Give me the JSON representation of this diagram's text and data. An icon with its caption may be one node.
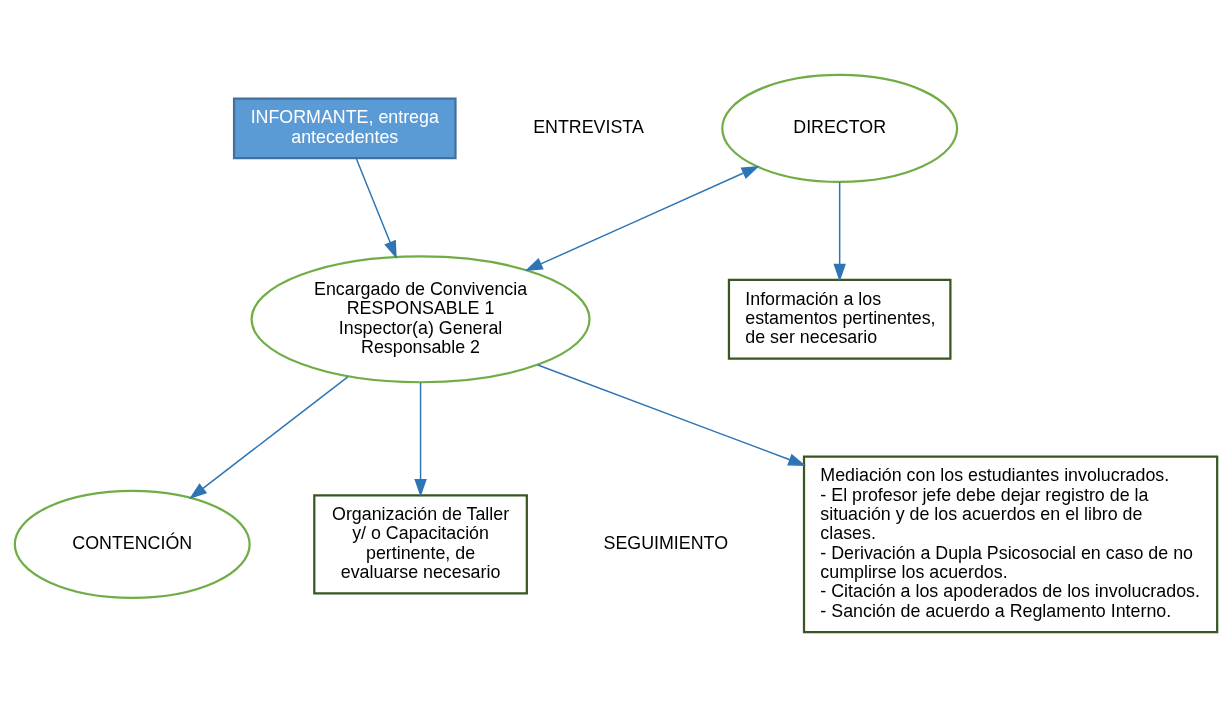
{
  "diagram": {
    "nodes": [
      {
        "text": [
          "INFORMANTE, entrega antecedentes"
        ]
      },
      {
        "text": [
          "DIRECTOR"
        ]
      },
      {
        "text": [
          "Encargado de Convivencia",
          "RESPONSABLE 1",
          "Inspector(a) General",
          "Responsable 2"
        ]
      },
      {
        "text": [
          "CONTENCIÓN"
        ]
      },
      {
        "text": [
          "Información a los estamentos pertinentes, de ser necesario"
        ]
      },
      {
        "text": [
          "Mediación con los estudiantes involucrados.",
          "- El profesor jefe debe dejar registro de la situación y de los acuerdos en el libro de clases.",
          "- Derivación a Dupla Psicosocial en caso de no cumplirse los acuerdos.",
          "- Citación a los apoderados de los involucrados.",
          "- Sanción de acuerdo a Reglamento Interno."
        ]
      },
      {
        "text": [
          "Organización de Taller y/ o Capacitación pertinente, de evaluarse necesario"
        ]
      }
    ],
    "edges": [
      {
        "from": 0,
        "to": 2,
        "arrow": "to"
      },
      {
        "from": 1,
        "to": 2,
        "arrow": "both"
      },
      {
        "from": 1,
        "to": 4,
        "arrow": "to"
      },
      {
        "from": 2,
        "to": 3,
        "arrow": "to"
      },
      {
        "from": 2,
        "to": 5,
        "arrow": "to"
      },
      {
        "from": 2,
        "to": 6,
        "arrow": "to"
      }
    ],
    "labels": [
      "ENTREVISTA",
      "SEGUIMIENTO"
    ]
  }
}
